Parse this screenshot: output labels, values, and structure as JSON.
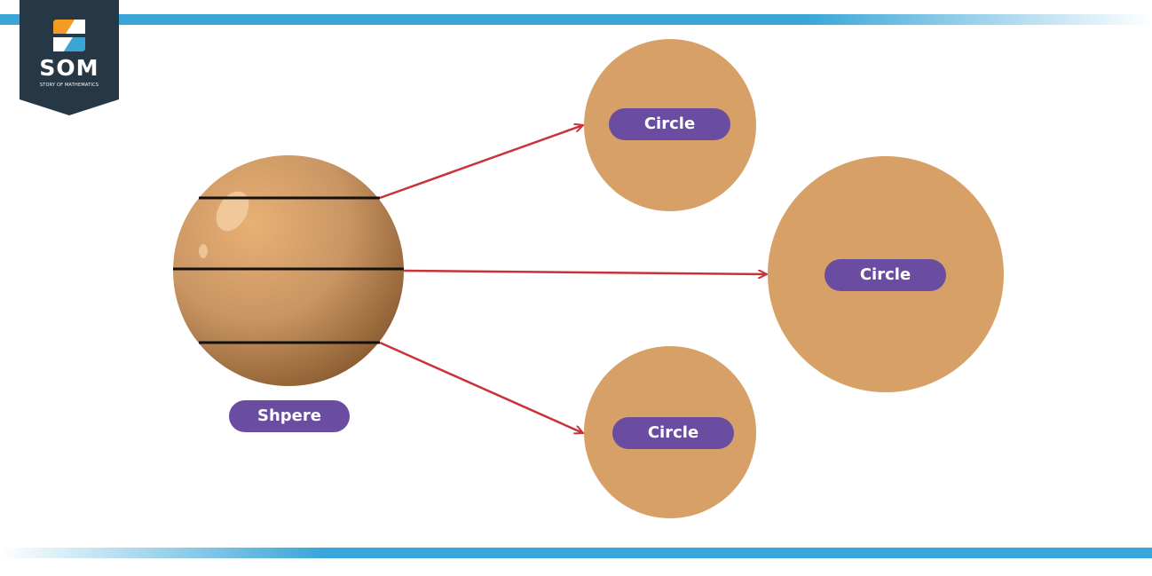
{
  "logo": {
    "brand": "SOM",
    "tagline": "STORY OF MATHEMATICS",
    "icon": "som-logo-icon"
  },
  "sphere": {
    "label": "Shpere",
    "color": "#c99563"
  },
  "circles": [
    {
      "label": "Circle",
      "position": "top"
    },
    {
      "label": "Circle",
      "position": "middle"
    },
    {
      "label": "Circle",
      "position": "bottom"
    }
  ],
  "colors": {
    "stripe": "#3aa6d8",
    "circle_fill": "#d6a067",
    "label_fill": "#6a4da0",
    "arrow": "#c8323a",
    "logo_bg": "#263746"
  }
}
